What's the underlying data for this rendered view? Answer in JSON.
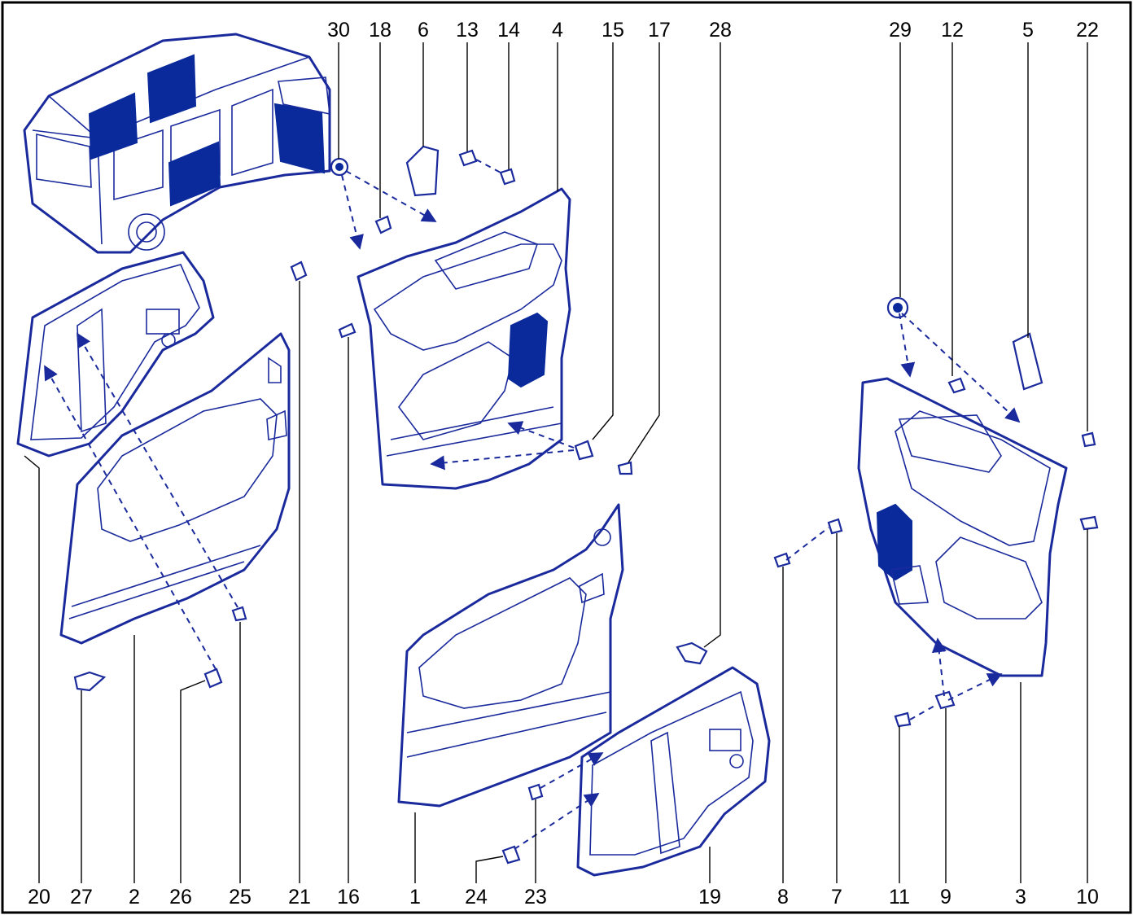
{
  "diagram": {
    "top_labels": [
      "30",
      "18",
      "6",
      "13",
      "14",
      "4",
      "15",
      "17",
      "28",
      "29",
      "12",
      "5",
      "22"
    ],
    "bottom_labels": [
      "20",
      "27",
      "2",
      "26",
      "25",
      "21",
      "16",
      "1",
      "24",
      "23",
      "19",
      "8",
      "7",
      "11",
      "9",
      "3",
      "10"
    ]
  },
  "colors": {
    "line": "#1a2a9c",
    "fill_dark": "#0a2a9c",
    "frame": "#000000"
  }
}
